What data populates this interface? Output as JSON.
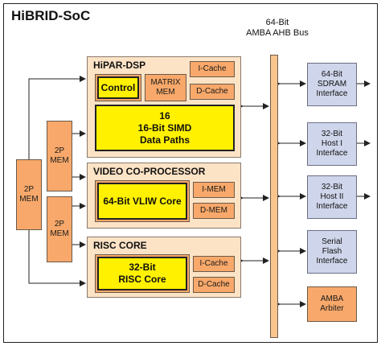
{
  "soc_title": "HiBRID-SoC",
  "bus_label": "64-Bit\nAMBA AHB Bus",
  "hipar": {
    "title": "HiPAR-DSP",
    "control": "Control",
    "matrix_mem": "MATRIX\nMEM",
    "icache": "I-Cache",
    "dcache": "D-Cache",
    "simd": "16\n16-Bit SIMD\nData Paths"
  },
  "video": {
    "title": "VIDEO CO-PROCESSOR",
    "vliw": "64-Bit VLIW Core",
    "imem": "I-MEM",
    "dmem": "D-MEM"
  },
  "risc": {
    "title": "RISC CORE",
    "core": "32-Bit\nRISC Core",
    "icache": "I-Cache",
    "dcache": "D-Cache"
  },
  "memories": {
    "left": "2P\nMEM",
    "upper": "2P\nMEM",
    "lower": "2P\nMEM"
  },
  "peripherals": [
    "64-Bit\nSDRAM\nInterface",
    "32-Bit\nHost I\nInterface",
    "32-Bit\nHost II\nInterface",
    "Serial\nFlash\nInterface",
    "AMBA\nArbiter"
  ],
  "colors": {
    "block_fill": "#fde3c6",
    "sub_fill": "#f7a86a",
    "core_fill": "#fff100",
    "periph_fill": "#cfd5ea",
    "bus_fill": "#f9c48e"
  }
}
